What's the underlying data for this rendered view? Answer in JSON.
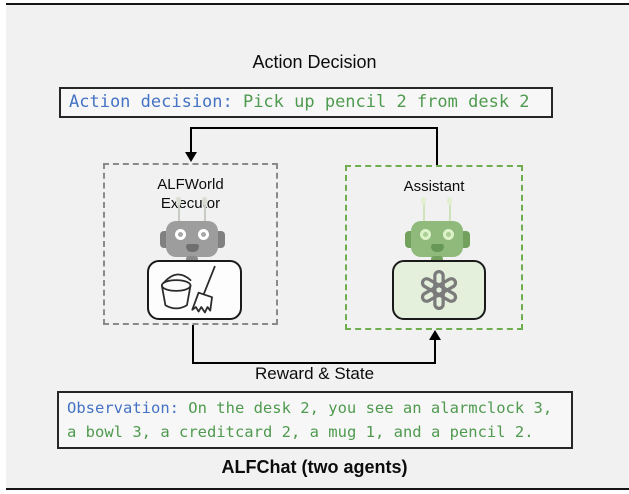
{
  "figure": {
    "top_title": "Action Decision",
    "reward_state_label": "Reward & State",
    "bottom_caption": "ALFChat (two agents)"
  },
  "action_box": {
    "label": "Action decision:",
    "content": "Pick up pencil 2 from desk 2"
  },
  "observation_box": {
    "label": "Observation:",
    "line1": "On the desk 2, you see an alarmclock 3,",
    "line2": "a bowl 3, a creditcard 2, a mug 1, and a pencil 2."
  },
  "agents": {
    "executor": {
      "label": "ALFWorld Executor"
    },
    "assistant": {
      "label": "Assistant"
    }
  },
  "colors": {
    "page_bg": "#f1f1f2",
    "rule_line": "#151515",
    "keyword_blue": "#4472c4",
    "content_green": "#4f9a4f",
    "executor_dash_gray": "#8a8a8a",
    "assistant_dash_green": "#6fae4f",
    "assistant_body_bg": "#e4f0db",
    "openai_logo_gray": "#7b7b7b",
    "arrow_black": "#000000"
  }
}
